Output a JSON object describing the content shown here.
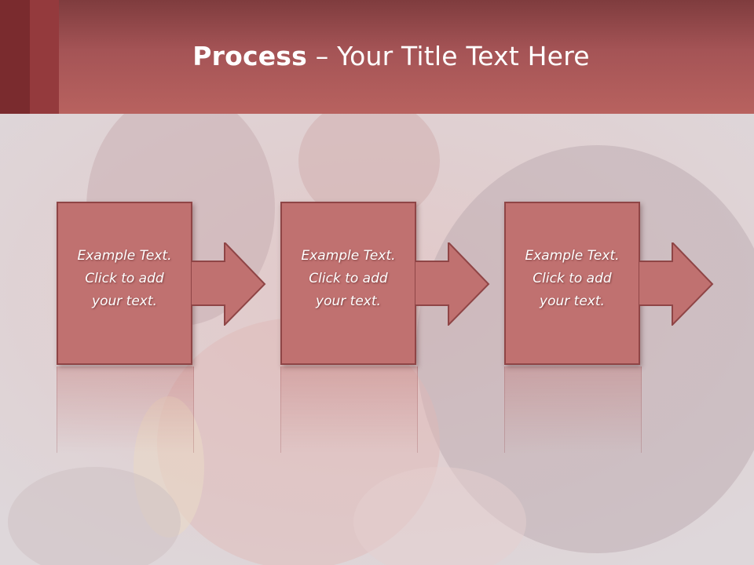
{
  "slide": {
    "title_bold": "Process",
    "title_sep": " – ",
    "title_rest": "Your Title Text Here"
  },
  "steps": [
    {
      "line1": "Example Text.",
      "line2": "Click  to add",
      "line3": "your text."
    },
    {
      "line1": "Example Text.",
      "line2": "Click  to add",
      "line3": "your text."
    },
    {
      "line1": "Example Text.",
      "line2": "Click  to add",
      "line3": "your text."
    }
  ],
  "colors": {
    "header": "#b8625f",
    "box_fill": "#c07170",
    "box_border": "#8f4546",
    "accent_dark": "#7a2b2e"
  },
  "icons": [
    "arrow-right-icon",
    "arrow-right-icon",
    "arrow-right-icon"
  ]
}
